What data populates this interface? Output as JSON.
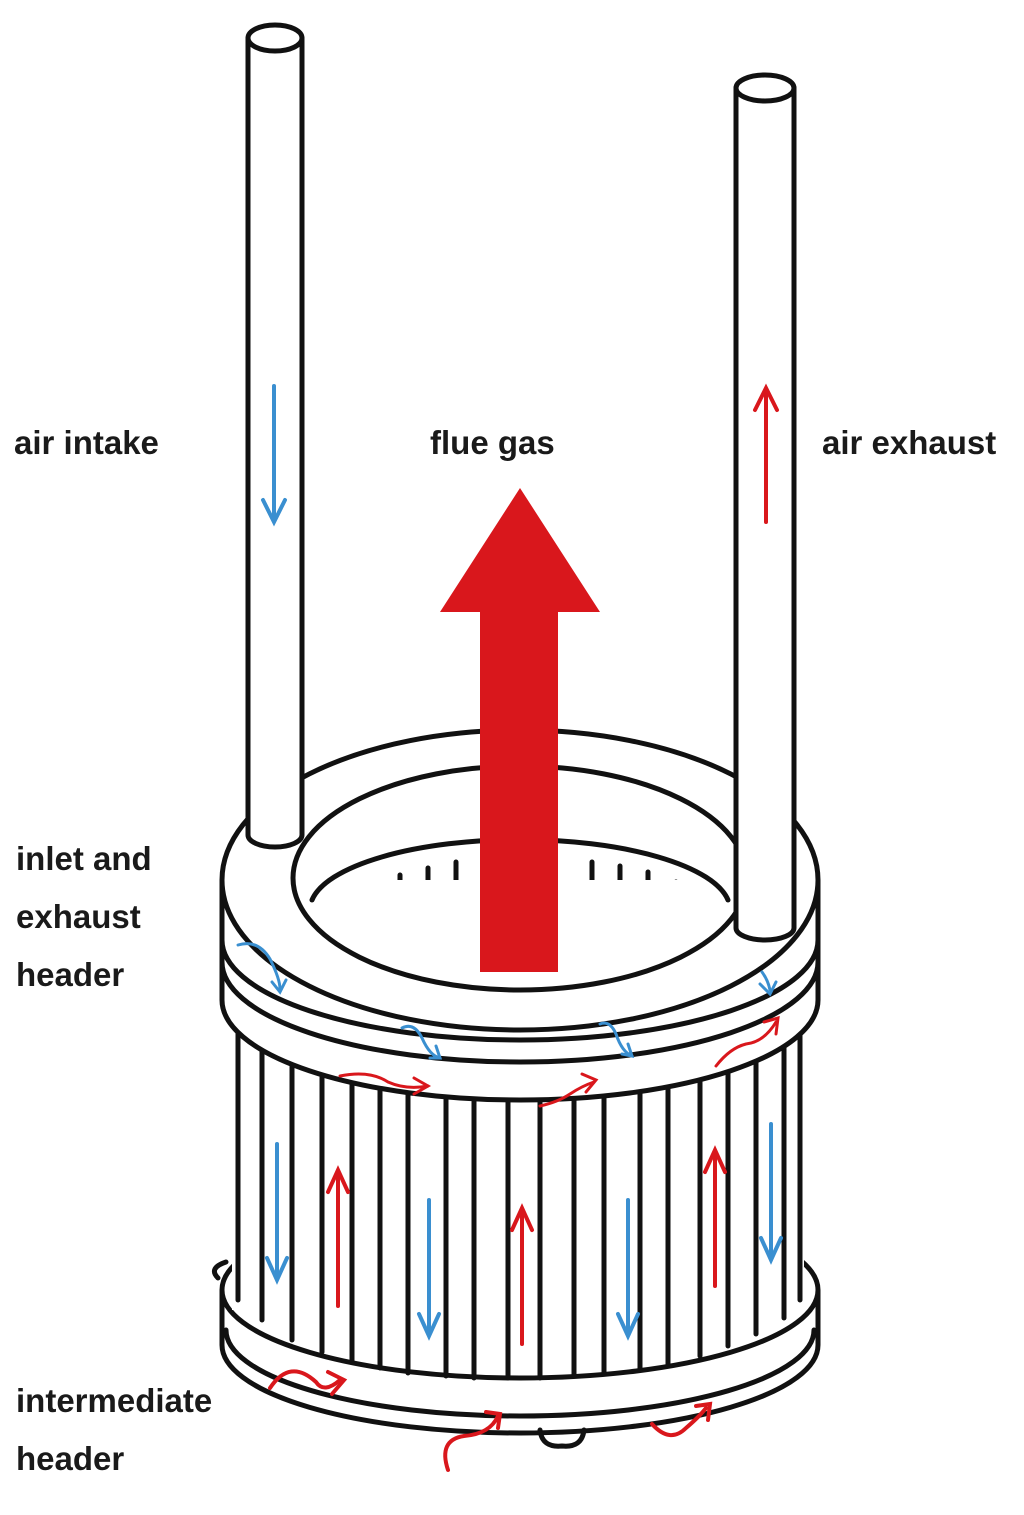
{
  "labels": {
    "air_intake": "air intake",
    "flue_gas": "flue gas",
    "air_exhaust": "air exhaust",
    "inlet_exhaust_header": [
      "inlet and",
      "exhaust",
      "header"
    ],
    "intermediate_header": [
      "intermediate",
      "header"
    ]
  },
  "colors": {
    "ink": "#111111",
    "hot_flow": "#d9171c",
    "cold_flow": "#3a8fd0",
    "background": "#ffffff"
  },
  "icons": {
    "flue_gas_arrow": "large-red-up-arrow",
    "cold_air_arrow": "blue-down-arrow",
    "hot_air_arrow": "red-up-arrow",
    "header_flow_arrow": "curved-flow-arrow"
  }
}
